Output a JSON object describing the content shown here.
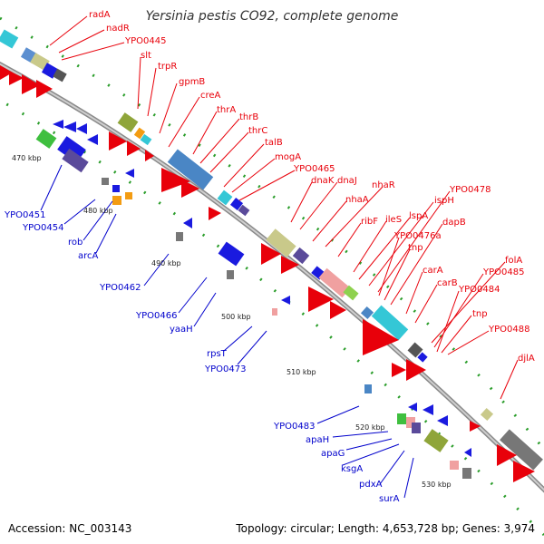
{
  "title": "Yersinia pestis CO92, complete genome",
  "accession": "Accession: NC_003143",
  "summary": "Topology: circular; Length: 4,653,728 bp; Genes: 3,974",
  "colors": {
    "forward": "#e8000a",
    "reverse": "#0000cc"
  },
  "ticks": [
    {
      "label": "470 kbp"
    },
    {
      "label": "480 kbp"
    },
    {
      "label": "490 kbp"
    },
    {
      "label": "500 kbp"
    },
    {
      "label": "510 kbp"
    },
    {
      "label": "520 kbp"
    },
    {
      "label": "530 kbp"
    }
  ],
  "forward_genes": [
    "radA",
    "nadR",
    "YPO0445",
    "slt",
    "trpR",
    "gpmB",
    "creA",
    "thrA",
    "thrB",
    "thrC",
    "talB",
    "mogA",
    "YPO0465",
    "dnaK",
    "dnaJ",
    "nhaA",
    "nhaR",
    "ribF",
    "ileS",
    "lspA",
    "ispH",
    "YPO0478",
    "YPO0476a",
    "tnp",
    "dapB",
    "carA",
    "carB",
    "folA",
    "YPO0485",
    "YPO0484",
    "tnp",
    "YPO0488",
    "djlA"
  ],
  "reverse_genes": [
    "YPO0451",
    "YPO0454",
    "rob",
    "arcA",
    "YPO0462",
    "YPO0466",
    "yaaH",
    "rpsT",
    "YPO0473",
    "YPO0483",
    "apaH",
    "apaG",
    "ksgA",
    "pdxA",
    "surA"
  ]
}
